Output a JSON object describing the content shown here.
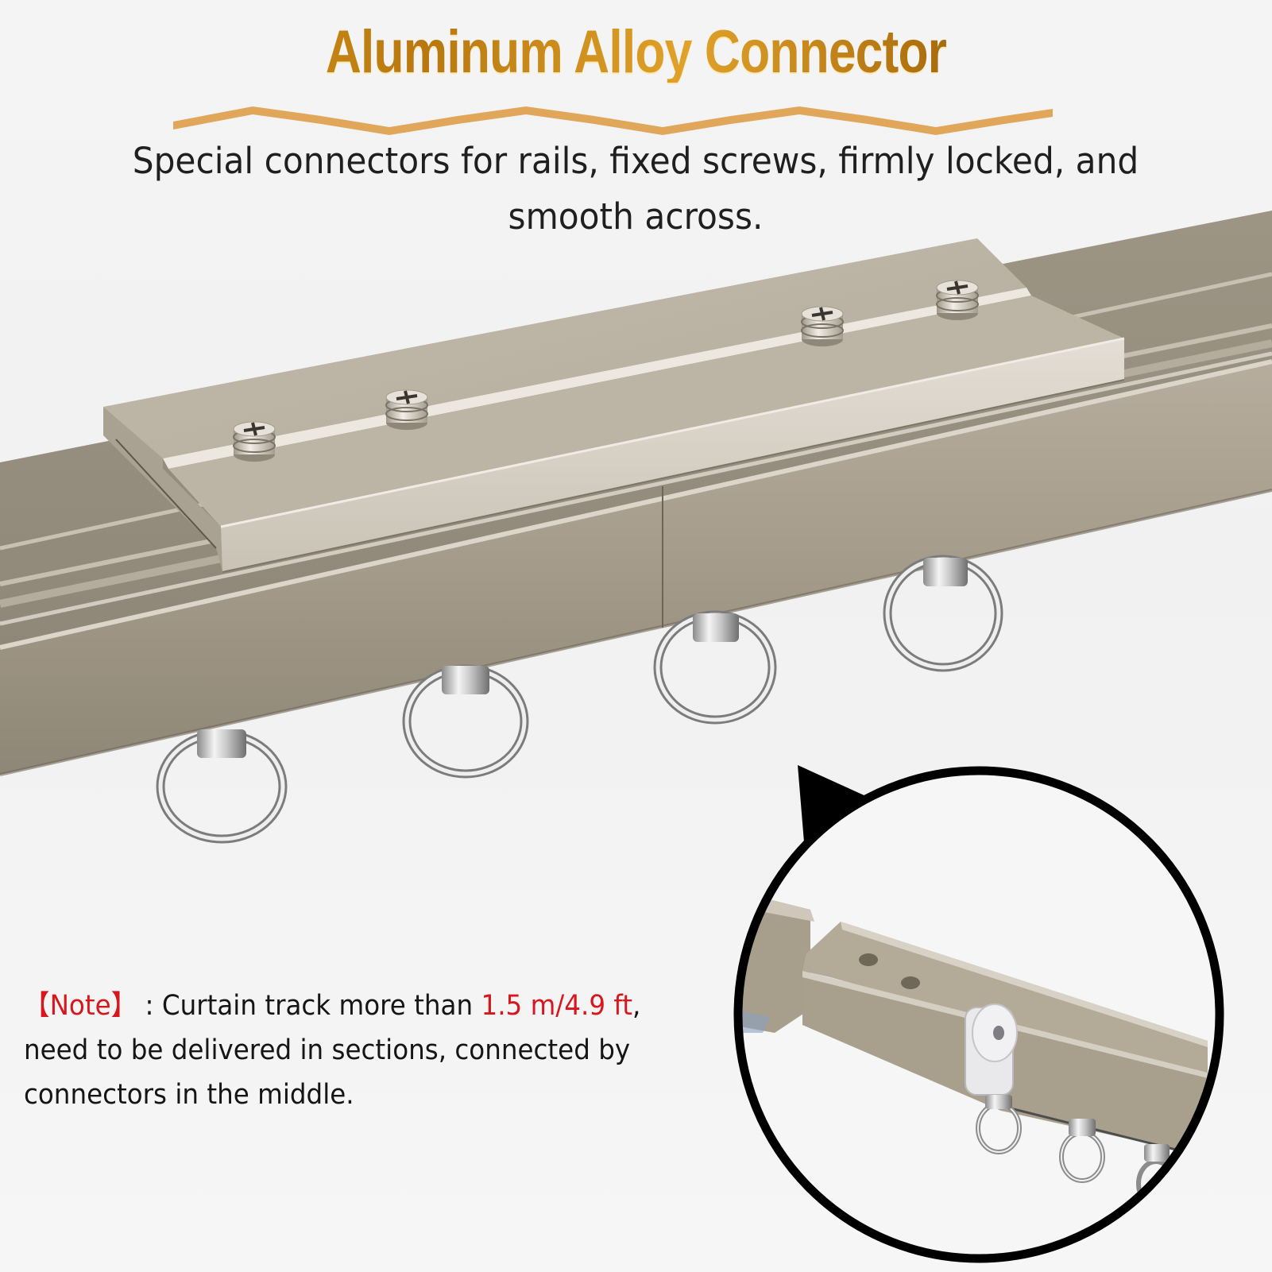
{
  "header": {
    "title": "Aluminum Alloy Connector",
    "subtitle": "Special connectors for rails, fixed screws, firmly locked, and smooth across."
  },
  "note": {
    "label_open": "【",
    "label": "Note",
    "label_close": "】",
    "text_before": " : Curtain track more than ",
    "highlight": "1.5 m/4.9 ft",
    "text_after": ", need to be delivered in sections, connected by connectors in the middle."
  },
  "illustration": {
    "subject": "curtain-rail-with-connector",
    "screw_count": 4,
    "ring_count": 4,
    "inset": "close-up-connector-detail"
  },
  "colors": {
    "title_gold": "#c98a17",
    "wave_orange": "#e0a65a",
    "note_red": "#d6171d",
    "rail_champagne": "#a8a08f",
    "rail_top_dark": "#9a9282",
    "connector_light": "#c4bcae",
    "inset_border": "#000000"
  }
}
